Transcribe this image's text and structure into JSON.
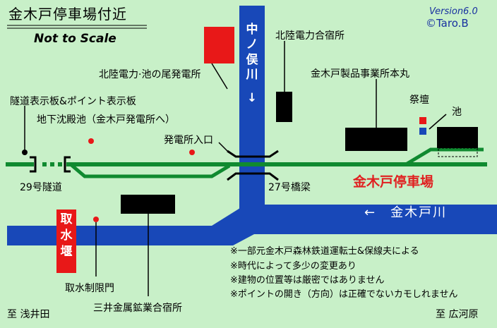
{
  "title": "金木戸停車場付近",
  "scale_note": "Not to Scale",
  "version": "Version6.0",
  "credit": "©Taro.B",
  "river_vertical": [
    "中",
    "ノ",
    "俣",
    "川",
    "↓"
  ],
  "river_horizontal": "←　金木戸川",
  "weir": [
    "取",
    "水",
    "堰"
  ],
  "station_name": "金木戸停車場",
  "labels": {
    "hokuriku_dormitory": "北陸電力合宿所",
    "ike_no_o_plant": "北陸電力·池の尾発電所",
    "factory": "金木戸製品事業所本丸",
    "altar": "祭壇",
    "pond": "池",
    "tunnel_signboard": "隧道表示板&ポイント表示板",
    "underground_pond": "地下沈殿池（金木戸発電所へ）",
    "plant_entrance": "発電所入口",
    "tunnel_29": "29号隧道",
    "bridge_27": "27号橋梁",
    "intake_gate": "取水制限門",
    "mitsui_dormitory": "三井金属鉱業合宿所",
    "to_asaida": "至 浅井田",
    "to_hirogawara": "至 広河原"
  },
  "notes": [
    "※一部元金木戸森林鉄道運転士&保線夫による",
    "※時代によって多少の変更あり",
    "※建物の位置等は厳密ではありません",
    "※ポイントの開き（方向）は正確でないカモしれません"
  ],
  "colors": {
    "background": "#c8f0c8",
    "river": "#1848b8",
    "track": "#108a30",
    "building": "#000000",
    "highlight": "#e81818",
    "pond": "#1848b8",
    "title_text": "#1830a0"
  }
}
